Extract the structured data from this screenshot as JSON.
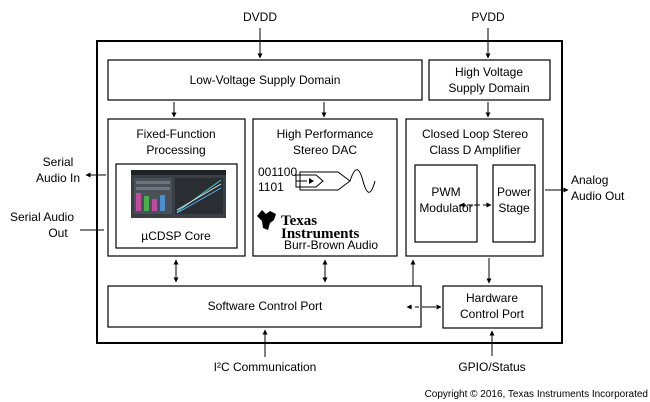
{
  "inputs": {
    "dvdd": "DVDD",
    "pvdd": "PVDD",
    "serial_audio_in": [
      "Serial",
      "Audio In"
    ],
    "serial_audio_out": [
      "Serial Audio",
      "Out"
    ],
    "i2c": "I²C Communication",
    "gpio": "GPIO/Status",
    "analog_out": [
      "Analog",
      "Audio Out"
    ]
  },
  "blocks": {
    "low_voltage": "Low-Voltage Supply Domain",
    "high_voltage": [
      "High Voltage",
      "Supply Domain"
    ],
    "fixed_function": [
      "Fixed-Function",
      "Processing"
    ],
    "dsp_core": "µCDSP Core",
    "dac": [
      "High Performance",
      "Stereo DAC"
    ],
    "dac_bits": [
      "001100",
      "1101"
    ],
    "amplifier": [
      "Closed Loop Stereo",
      "Class D Amplifier"
    ],
    "pwm": [
      "PWM",
      "Modulator"
    ],
    "power_stage": [
      "Power",
      "Stage"
    ],
    "software_port": "Software Control Port",
    "hardware_port": [
      "Hardware",
      "Control Port"
    ]
  },
  "logo": {
    "line1": "Texas",
    "line2": "Instruments",
    "line3": "Burr-Brown Audio"
  },
  "copyright": "Copyright © 2016, Texas Instruments Incorporated"
}
